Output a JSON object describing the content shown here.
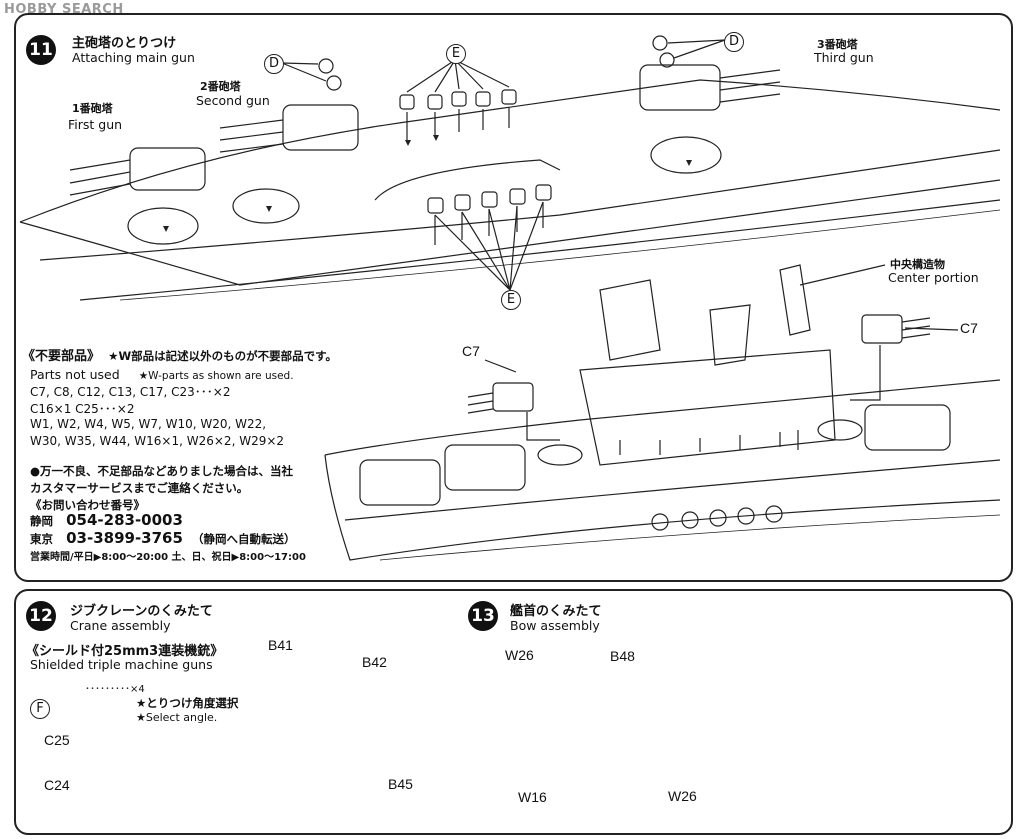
{
  "watermark": "HOBBY SEARCH",
  "step11": {
    "number": "11",
    "title_jp": "主砲塔のとりつけ",
    "title_en": "Attaching main gun",
    "first_gun_jp": "1番砲塔",
    "first_gun_en": "First gun",
    "second_gun_jp": "2番砲塔",
    "second_gun_en": "Second gun",
    "third_gun_jp": "3番砲塔",
    "third_gun_en": "Third gun",
    "part_d": "D",
    "part_e": "E",
    "center_jp": "中央構造物",
    "center_en": "Center portion",
    "part_c7": "C7"
  },
  "unused_parts": {
    "heading_jp": "《不要部品》",
    "note_jp": "★W部品は記述以外のものが不要部品です。",
    "heading_en": "Parts not used",
    "note_en": "★W-parts as shown are used.",
    "line1": "C7, C8, C12, C13, C17, C23･･･×2",
    "line2": "C16×1  C25･･･×2",
    "line3": "W1, W2, W4, W5, W7, W10, W20, W22,",
    "line4": "W30, W35, W44, W16×1, W26×2, W29×2"
  },
  "contact": {
    "line1": "●万一不良、不足部品などありました場合は、当社",
    "line2": "カスタマーサービスまでご連絡ください。",
    "line3": "《お問い合わせ番号》",
    "shizuoka_label": "静岡",
    "shizuoka_phone": "054-283-0003",
    "tokyo_label": "東京",
    "tokyo_phone": "03-3899-3765",
    "tokyo_note": "（静岡へ自動転送）",
    "hours": "営業時間/平日▶8:00〜20:00  土、日、祝日▶8:00〜17:00"
  },
  "step12": {
    "number": "12",
    "title_jp": "ジブクレーンのくみたて",
    "title_en": "Crane assembly",
    "sub_jp": "《シールド付25mm3連装機銃》",
    "sub_en": "Shielded triple machine guns",
    "qty": "･････････×4",
    "select_jp": "★とりつけ角度選択",
    "select_en": "★Select angle.",
    "part_f": "F",
    "c25": "C25",
    "c24": "C24",
    "b41": "B41",
    "b42": "B42",
    "b45": "B45"
  },
  "step13": {
    "number": "13",
    "title_jp": "艦首のくみたて",
    "title_en": "Bow assembly",
    "w26_top": "W26",
    "b48": "B48",
    "w16": "W16",
    "w26_bottom": "W26"
  }
}
